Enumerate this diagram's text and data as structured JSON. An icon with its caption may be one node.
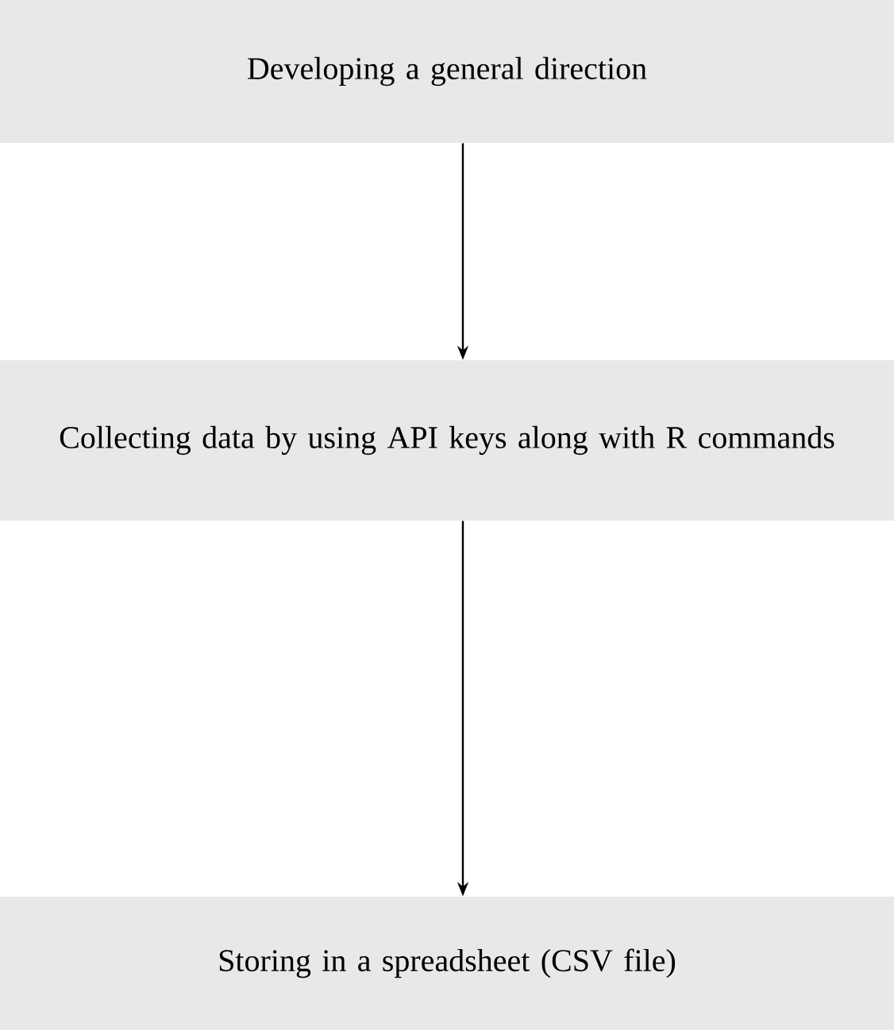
{
  "diagram": {
    "nodes": [
      {
        "text": [
          "Developing a general direction"
        ]
      },
      {
        "text": [
          "Collecting data by using API keys along with R commands"
        ]
      },
      {
        "text": [
          "Storing in a spreadsheet (CSV file)"
        ]
      }
    ],
    "edges": [
      {
        "from": 0,
        "to": 1,
        "arrow": "to"
      },
      {
        "from": 1,
        "to": 2,
        "arrow": "to"
      }
    ]
  }
}
